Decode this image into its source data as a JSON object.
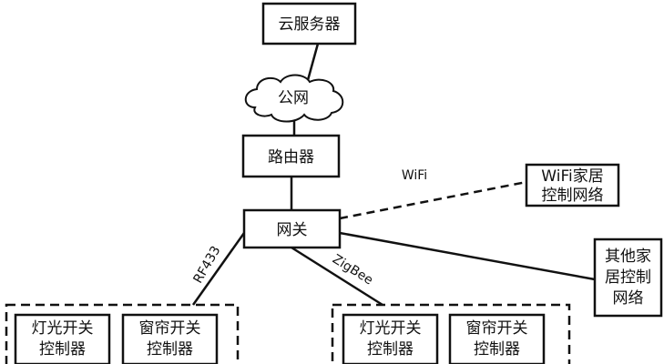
{
  "diagram": {
    "cloud_server": "云服务器",
    "public_network": "公网",
    "router": "路由器",
    "gateway": "网关",
    "wifi_label": "WiFi",
    "wifi_network_line1": "WiFi家居",
    "wifi_network_line2": "控制网络",
    "other_network_line1": "其他家",
    "other_network_line2": "居控制",
    "other_network_line3": "网络",
    "rf433_label": "RF433",
    "zigbee_label": "ZigBee",
    "rf_group": {
      "light_line1": "灯光开关",
      "light_line2": "控制器",
      "curtain_line1": "窗帘开关",
      "curtain_line2": "控制器"
    },
    "zigbee_group": {
      "light_line1": "灯光开关",
      "light_line2": "控制器",
      "curtain_line1": "窗帘开关",
      "curtain_line2": "控制器"
    }
  }
}
